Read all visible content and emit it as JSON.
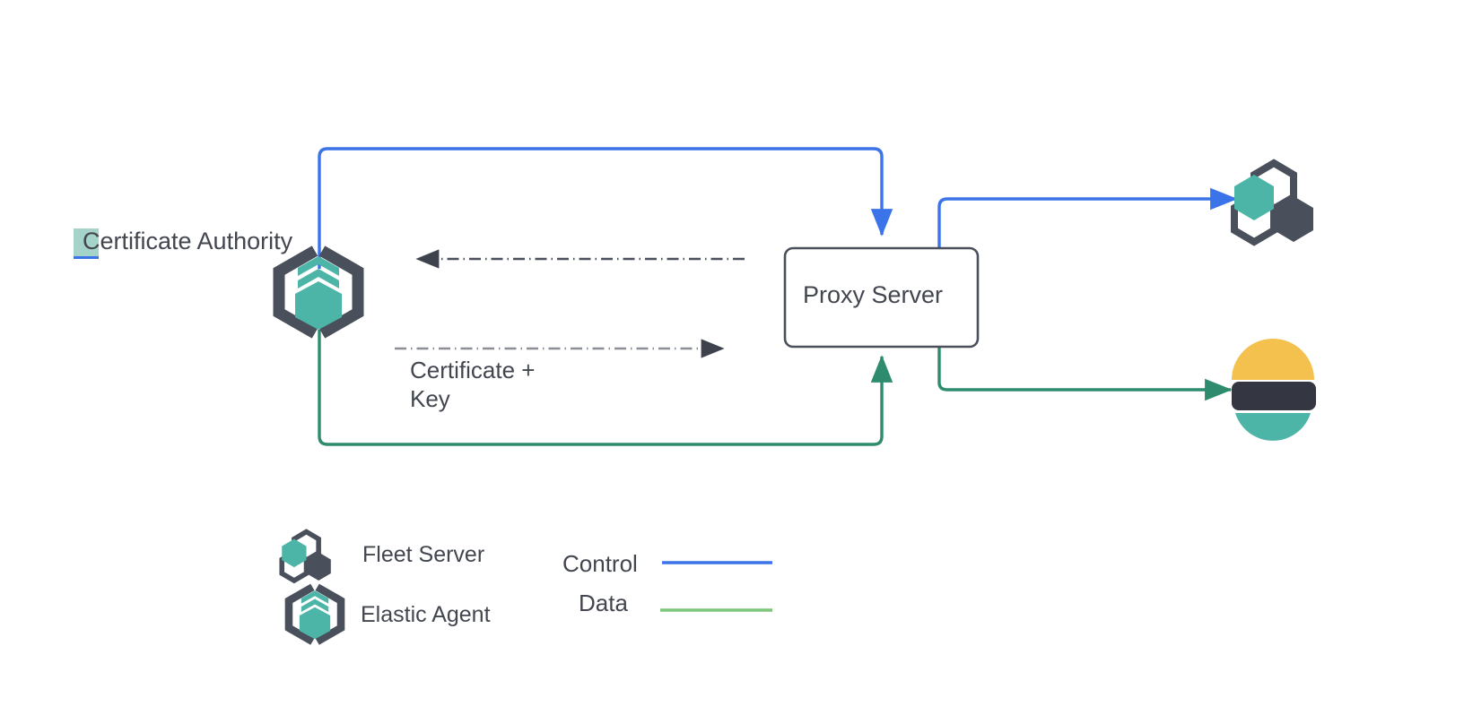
{
  "diagram": {
    "type": "network-architecture",
    "title_text": "Certificate Authority",
    "nodes": {
      "certificate_authority": {
        "label": "Certificate Authority",
        "icon": "elastic-agent-icon",
        "highlighted": true,
        "highlight_color": "#A5D2C9",
        "underline_color": "#3B73E8"
      },
      "proxy_server": {
        "label": "Proxy Server",
        "shape": "rounded-rectangle",
        "border_color": "#4A4F5C",
        "fill_color": "#FFFFFF"
      },
      "fleet_server": {
        "label": "",
        "icon": "fleet-server-icon"
      },
      "elasticsearch": {
        "label": "",
        "icon": "elasticsearch-icon"
      }
    },
    "edges": [
      {
        "name": "control-ca-to-proxy",
        "style": "solid",
        "color": "#3B73E8",
        "label": "",
        "from": "certificate_authority",
        "to": "proxy_server"
      },
      {
        "name": "control-proxy-to-fleet",
        "style": "solid",
        "color": "#3B73E8",
        "label": "",
        "from": "proxy_server",
        "to": "fleet_server"
      },
      {
        "name": "data-ca-to-proxy",
        "style": "solid",
        "color": "#2E8B6E",
        "label": "",
        "from": "certificate_authority",
        "to": "proxy_server"
      },
      {
        "name": "data-proxy-to-elasticsearch",
        "style": "solid",
        "color": "#2E8B6E",
        "label": "",
        "from": "proxy_server",
        "to": "elasticsearch"
      },
      {
        "name": "request-proxy-to-ca",
        "style": "dash-dot",
        "color": "#4A4F5C",
        "label": "",
        "from": "proxy_server",
        "to": "certificate_authority"
      },
      {
        "name": "certificate-key-ca-to-proxy",
        "style": "dash-dot",
        "color": "#8A8E96",
        "label": "Certificate +\nKey",
        "label_line1": "Certificate +",
        "label_line2": "Key",
        "from": "certificate_authority",
        "to": "proxy_server"
      }
    ],
    "legend": {
      "icons": [
        {
          "name": "fleet-server",
          "label": "Fleet Server",
          "icon": "fleet-server-icon"
        },
        {
          "name": "elastic-agent",
          "label": "Elastic Agent",
          "icon": "elastic-agent-icon"
        }
      ],
      "lines": [
        {
          "name": "control",
          "label": "Control",
          "color": "#3B73E8"
        },
        {
          "name": "data",
          "label": "Data",
          "color": "#7CC67C"
        }
      ]
    },
    "colors": {
      "teal": "#4DB5A8",
      "dark_slate": "#4A4F5C",
      "blue": "#3B73E8",
      "green": "#2E8B6E",
      "legend_green": "#7CC67C",
      "yellow": "#F4C04E",
      "text": "#42464F",
      "background": "#FFFFFF"
    }
  }
}
